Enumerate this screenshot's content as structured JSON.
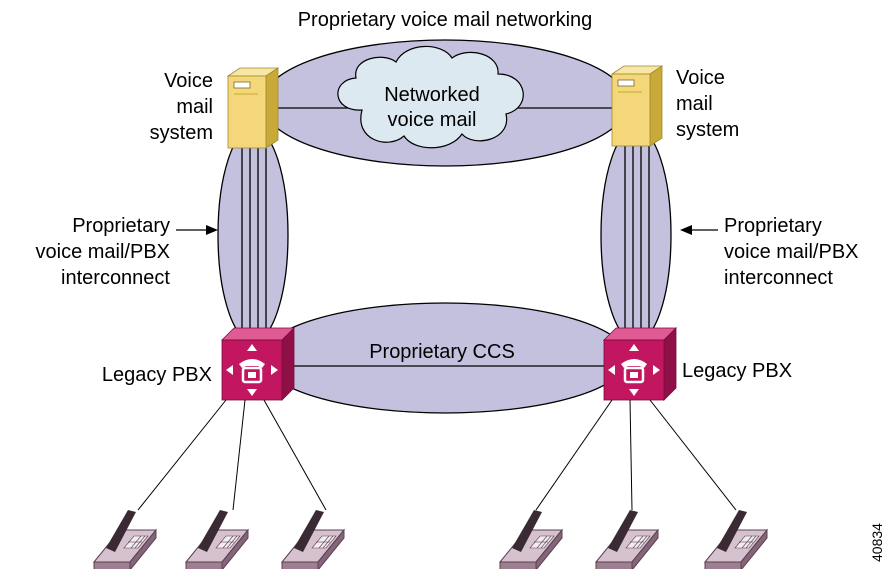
{
  "diagram": {
    "title": "Proprietary voice mail networking",
    "cloud_label_line1": "Networked",
    "cloud_label_line2": "voice mail",
    "left_vm": {
      "line1": "Voice",
      "line2": "mail",
      "line3": "system",
      "icon": "server-icon"
    },
    "right_vm": {
      "line1": "Voice",
      "line2": "mail",
      "line3": "system",
      "icon": "server-icon"
    },
    "left_interconnect": {
      "line1": "Proprietary",
      "line2": "voice mail/PBX",
      "line3": "interconnect"
    },
    "right_interconnect": {
      "line1": "Proprietary",
      "line2": "voice mail/PBX",
      "line3": "interconnect"
    },
    "ccs_label": "Proprietary CCS",
    "left_pbx": {
      "label": "Legacy PBX",
      "icon": "pbx-icon"
    },
    "right_pbx": {
      "label": "Legacy PBX",
      "icon": "pbx-icon"
    },
    "phones_per_pbx": 3,
    "figure_number": "40834",
    "colors": {
      "ellipse_fill": "#c3c1de",
      "cloud_fill": "#dce9f0",
      "server_fill": "#f3d77a",
      "pbx_fill": "#c21660",
      "phone_fill": "#b89cac"
    }
  }
}
